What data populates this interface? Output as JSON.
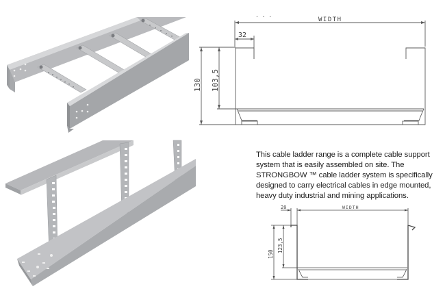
{
  "images": {
    "top_left": {
      "label": "cable-ladder-rung-type-render"
    },
    "bottom_left": {
      "label": "cable-ladder-upright-slotted-rung-render"
    }
  },
  "top_drawing": {
    "width_label": "WIDTH",
    "flange_label": "32",
    "height_label": "130",
    "inner_height_label": "103,5",
    "stray_marks": ". . ."
  },
  "description": {
    "lines": [
      "This cable ladder range is a complete cable support",
      "system that is easily assembled on site. The",
      "STRONGBOW ™ cable ladder system is specifically",
      "designed to carry electrical cables in edge mounted,",
      "heavy duty industrial and mining applications."
    ]
  },
  "bottom_drawing": {
    "width_label": "WIDTH",
    "flange_label": "20",
    "height_label": "150",
    "inner_height_label": "123,5"
  },
  "colors": {
    "steel_light": "#c9cacc",
    "steel_mid": "#a9abae",
    "steel_dark": "#8c8e91",
    "line": "#555555"
  }
}
